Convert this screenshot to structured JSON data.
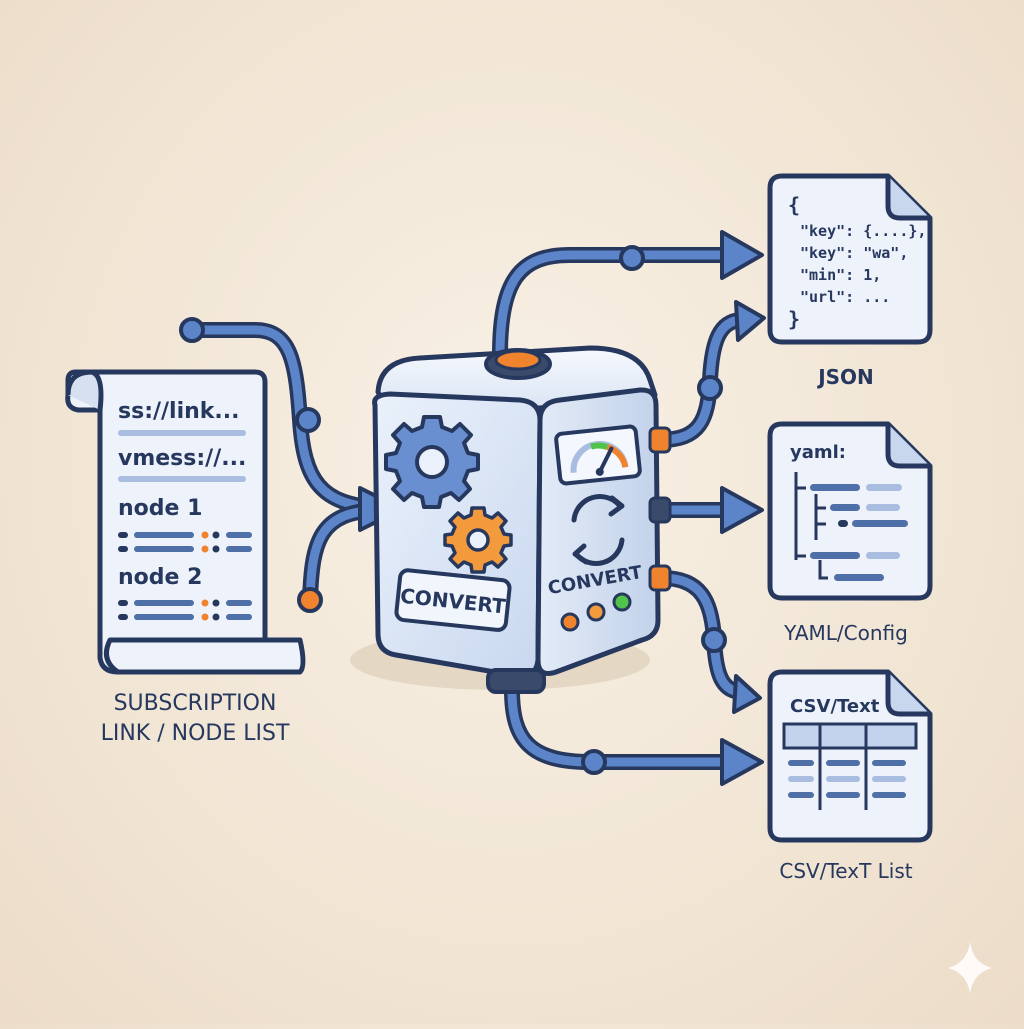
{
  "source": {
    "lines": [
      "ss://link...",
      "vmess://...",
      "node 1",
      "node 2"
    ],
    "caption_line1": "SUBSCRIPTION",
    "caption_line2": "LINK / NODE LIST"
  },
  "converter": {
    "front_label": "CONVERT",
    "side_label": "CONVERT",
    "icons": [
      "gear-icon",
      "refresh-icon",
      "gauge-icon"
    ],
    "indicator_colors": [
      "#f0832e",
      "#f39a3c",
      "#4fc34a"
    ]
  },
  "outputs": {
    "json": {
      "lines": [
        "{",
        "\"key\": {....},",
        "\"key\": \"wa\",",
        "\"min\": 1,",
        "\"url\": ...",
        "}"
      ],
      "caption": "JSON"
    },
    "yaml": {
      "header": "yaml:",
      "caption": "YAML/Config"
    },
    "csv": {
      "header": "CSV/Text",
      "caption": "CSV/TexT List"
    }
  },
  "colors": {
    "outline": "#27385f",
    "pipe": "#5b84c9",
    "paper": "#eef2fa",
    "accent_orange": "#f0832e",
    "accent_green": "#4fc34a",
    "box_face": "#dde7f6"
  }
}
